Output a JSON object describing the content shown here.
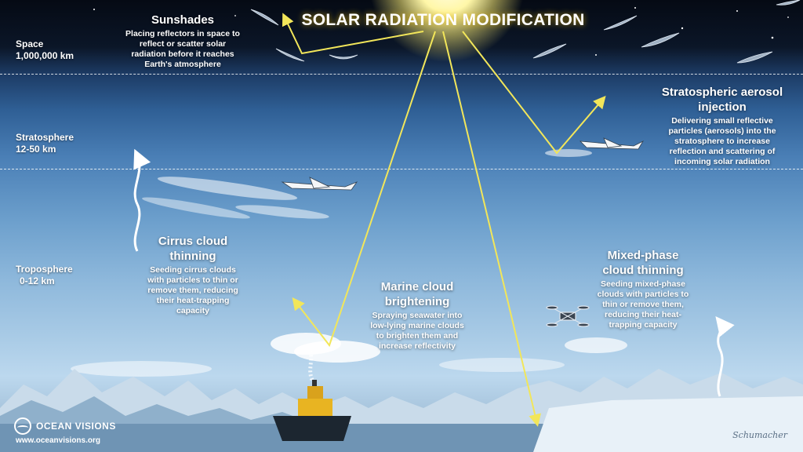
{
  "title": "SOLAR RADIATION MODIFICATION",
  "layers": {
    "space": {
      "name": "Space",
      "altitude": "1,000,000 km"
    },
    "stratosphere": {
      "name": "Stratosphere",
      "altitude": "12-50 km"
    },
    "troposphere": {
      "name": "Troposphere",
      "altitude": "0-12 km"
    }
  },
  "methods": {
    "sunshades": {
      "title": "Sunshades",
      "description": "Placing reflectors in space to reflect or scatter solar radiation before it reaches Earth's atmosphere"
    },
    "stratospheric": {
      "title_line1": "Stratospheric aerosol",
      "title_line2": "injection",
      "description": "Delivering small reflective particles (aerosols) into the stratosphere to increase reflection and scattering of incoming solar radiation"
    },
    "cirrus": {
      "title_line1": "Cirrus cloud",
      "title_line2": "thinning",
      "description": "Seeding cirrus clouds with particles to thin or remove them, reducing their heat-trapping capacity"
    },
    "marine": {
      "title_line1": "Marine cloud",
      "title_line2": "brightening",
      "description": "Spraying seawater into low-lying marine clouds to brighten them and increase reflectivity"
    },
    "mixed": {
      "title_line1": "Mixed-phase",
      "title_line2": "cloud thinning",
      "description": "Seeding mixed-phase clouds with particles to thin or remove them, reducing their heat-trapping capacity"
    }
  },
  "branding": {
    "logo_text": "OCEAN VISIONS",
    "website": "www.oceanvisions.org",
    "signature": "Schumacher"
  },
  "colors": {
    "ray": "#f2e65a",
    "sun": "#fff7a8",
    "sky_top": "#050a14",
    "sky_bottom": "#bcd8ee"
  },
  "icons": [
    "sun-icon",
    "space-reflector-icon",
    "aircraft-icon",
    "drone-icon",
    "ship-icon",
    "upward-arrow-icon",
    "star-icon"
  ]
}
